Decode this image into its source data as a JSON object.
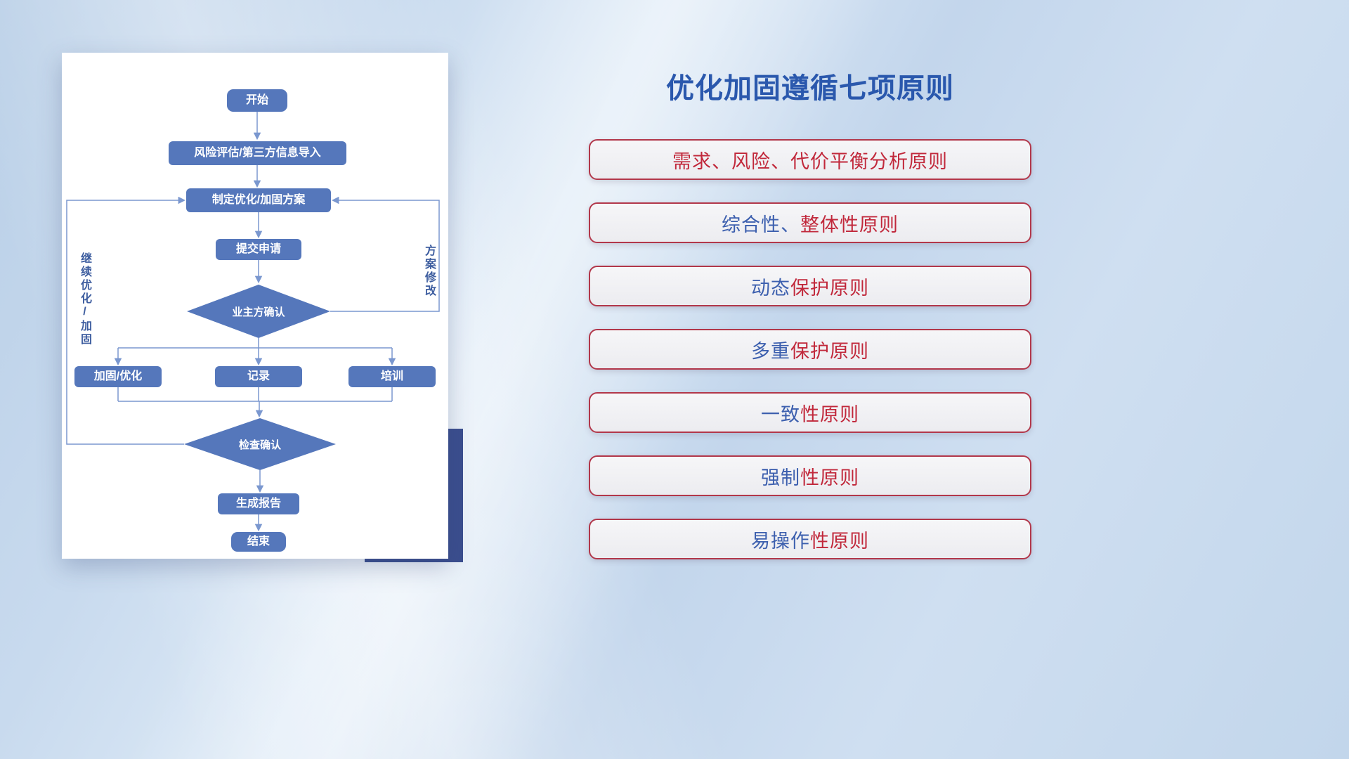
{
  "colors": {
    "accent_blue": "#2a58ad",
    "principle_red": "#c1283b",
    "principle_blue": "#3c5fae",
    "node_fill": "#5577bb",
    "connector": "#7a97cf",
    "card_border": "#b2374a",
    "shadow_block": "#3b4e8e"
  },
  "flowchart": {
    "nodes": {
      "start": "开始",
      "risk_import": "风险评估/第三方信息导入",
      "make_plan": "制定优化/加固方案",
      "submit": "提交申请",
      "owner_confirm": "业主方确认",
      "reinforce": "加固/优化",
      "record": "记录",
      "training": "培训",
      "check_confirm": "检查确认",
      "report": "生成报告",
      "end": "结束"
    },
    "edge_labels": {
      "left_loop": "继续优化/加固",
      "right_loop": "方案修改"
    }
  },
  "principles": {
    "title": "优化加固遵循七项原则",
    "items": [
      {
        "blue": "",
        "red": "需求、风险、代价平衡分析原则"
      },
      {
        "blue": "综合性、",
        "red": "整体性原则"
      },
      {
        "blue": "动态",
        "red": "保护原则"
      },
      {
        "blue": "多重",
        "red": "保护原则"
      },
      {
        "blue": "一致",
        "red": "性原则"
      },
      {
        "blue": "强制",
        "red": "性原则"
      },
      {
        "blue": "易操作",
        "red": "性原则"
      }
    ]
  }
}
